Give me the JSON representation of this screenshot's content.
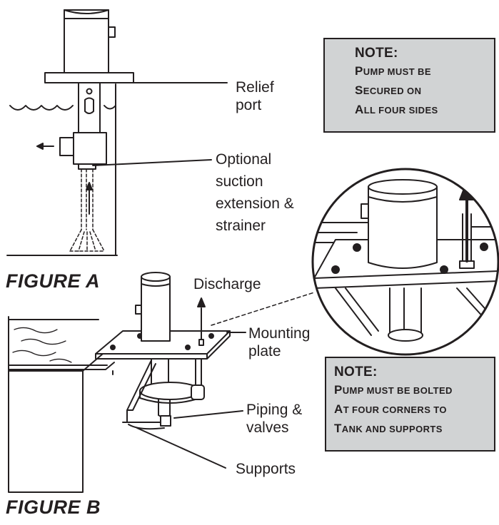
{
  "figure_a": {
    "caption": "FIGURE A",
    "labels": {
      "relief_port": [
        "Relief",
        "port"
      ],
      "suction": [
        "Optional",
        "suction",
        "extension &",
        "strainer"
      ]
    },
    "note": {
      "title": "NOTE:",
      "lines": [
        "Pump must be",
        "secured on",
        "all four sides"
      ]
    }
  },
  "figure_b": {
    "caption": "FIGURE B",
    "labels": {
      "discharge": "Discharge",
      "mounting_plate": [
        "Mounting",
        "plate"
      ],
      "piping": [
        "Piping &",
        "valves"
      ],
      "supports": "Supports"
    },
    "note": {
      "title": "NOTE:",
      "lines": [
        "Pump must be bolted",
        "at four corners to",
        "tank and supports"
      ]
    }
  },
  "colors": {
    "ink": "#231f20",
    "note_fill": "#d1d3d4",
    "paper": "#ffffff"
  }
}
